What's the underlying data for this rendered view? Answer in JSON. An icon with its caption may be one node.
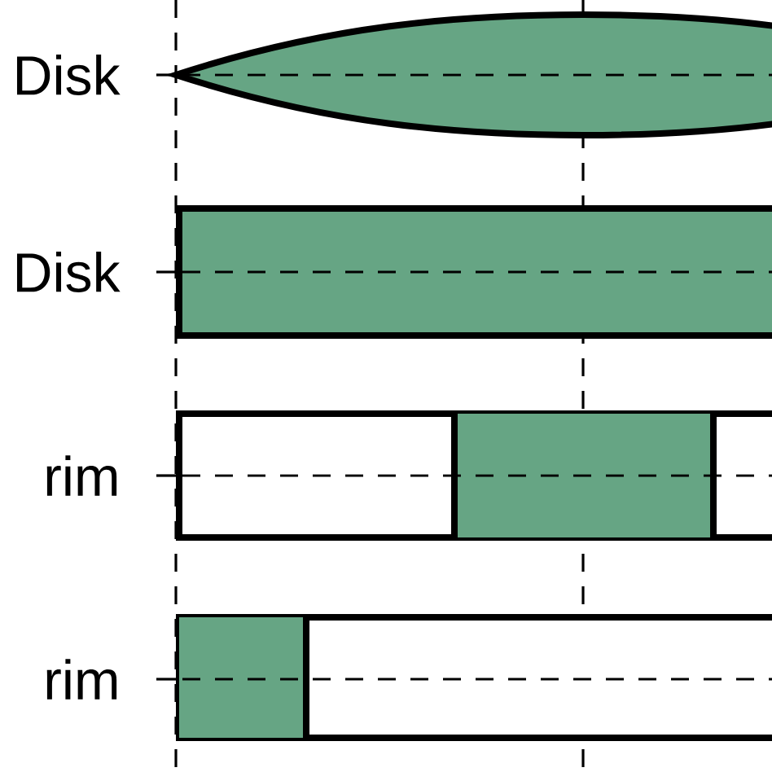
{
  "diagram": {
    "labels": [
      "Disk",
      "Disk",
      "rim",
      "rim"
    ]
  }
}
